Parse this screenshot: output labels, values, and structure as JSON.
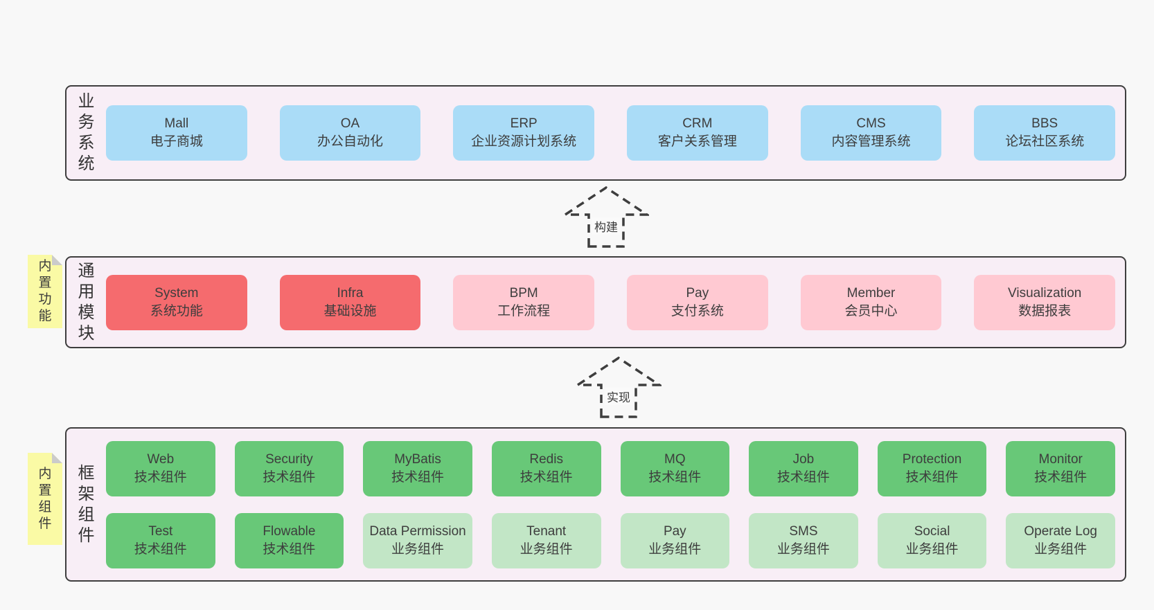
{
  "colors": {
    "page_bg": "#f8f8f8",
    "panel_bg": "#f8eef6",
    "panel_border": "#3e3e3e",
    "text": "#3d3d3d",
    "blue": "#aadcf7",
    "red": "#f56b6e",
    "pink": "#ffc9d2",
    "green": "#68c878",
    "lightGreen": "#c2e6c6",
    "sticky": "#fafaa5",
    "stickyFold": "#cbcbcb"
  },
  "arrows": {
    "build": "构建",
    "implement": "实现"
  },
  "stickies": {
    "functions": "内置功能",
    "components": "内置组件"
  },
  "sections": {
    "business": {
      "label": "业务系统",
      "items": [
        {
          "en": "Mall",
          "zh": "电子商城",
          "variant": "blue"
        },
        {
          "en": "OA",
          "zh": "办公自动化",
          "variant": "blue"
        },
        {
          "en": "ERP",
          "zh": "企业资源计划系统",
          "variant": "blue"
        },
        {
          "en": "CRM",
          "zh": "客户关系管理",
          "variant": "blue"
        },
        {
          "en": "CMS",
          "zh": "内容管理系统",
          "variant": "blue"
        },
        {
          "en": "BBS",
          "zh": "论坛社区系统",
          "variant": "blue"
        }
      ]
    },
    "modules": {
      "label": "通用模块",
      "items": [
        {
          "en": "System",
          "zh": "系统功能",
          "variant": "red"
        },
        {
          "en": "Infra",
          "zh": "基础设施",
          "variant": "red"
        },
        {
          "en": "BPM",
          "zh": "工作流程",
          "variant": "pink"
        },
        {
          "en": "Pay",
          "zh": "支付系统",
          "variant": "pink"
        },
        {
          "en": "Member",
          "zh": "会员中心",
          "variant": "pink"
        },
        {
          "en": "Visualization",
          "zh": "数据报表",
          "variant": "pink"
        }
      ]
    },
    "framework": {
      "label": "框架组件",
      "rows": [
        [
          {
            "en": "Web",
            "zh": "技术组件",
            "variant": "green"
          },
          {
            "en": "Security",
            "zh": "技术组件",
            "variant": "green"
          },
          {
            "en": "MyBatis",
            "zh": "技术组件",
            "variant": "green"
          },
          {
            "en": "Redis",
            "zh": "技术组件",
            "variant": "green"
          },
          {
            "en": "MQ",
            "zh": "技术组件",
            "variant": "green"
          },
          {
            "en": "Job",
            "zh": "技术组件",
            "variant": "green"
          },
          {
            "en": "Protection",
            "zh": "技术组件",
            "variant": "green"
          },
          {
            "en": "Monitor",
            "zh": "技术组件",
            "variant": "green"
          }
        ],
        [
          {
            "en": "Test",
            "zh": "技术组件",
            "variant": "green"
          },
          {
            "en": "Flowable",
            "zh": "技术组件",
            "variant": "green"
          },
          {
            "en": "Data Permission",
            "zh": "业务组件",
            "variant": "lightGreen"
          },
          {
            "en": "Tenant",
            "zh": "业务组件",
            "variant": "lightGreen"
          },
          {
            "en": "Pay",
            "zh": "业务组件",
            "variant": "lightGreen"
          },
          {
            "en": "SMS",
            "zh": "业务组件",
            "variant": "lightGreen"
          },
          {
            "en": "Social",
            "zh": "业务组件",
            "variant": "lightGreen"
          },
          {
            "en": "Operate Log",
            "zh": "业务组件",
            "variant": "lightGreen"
          }
        ]
      ]
    }
  }
}
